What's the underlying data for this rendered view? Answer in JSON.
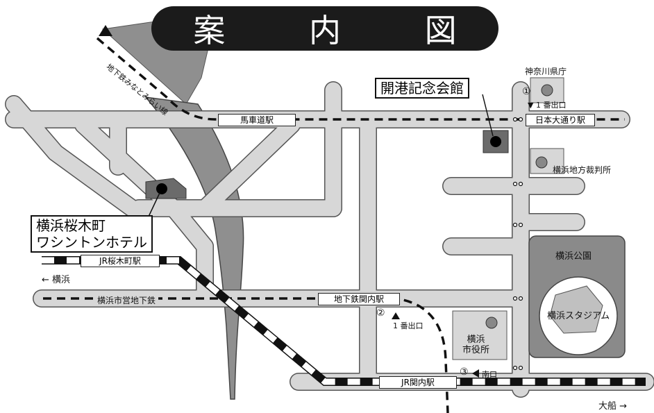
{
  "title": {
    "chars": [
      "案",
      "内",
      "図"
    ]
  },
  "landmarks": {
    "hotel": {
      "line1": "横浜桜木町",
      "line2": "ワシントンホテル"
    },
    "kaikou": "開港記念会館",
    "kenchou": "神奈川県庁",
    "court": "横浜地方裁判所",
    "park": "横浜公園",
    "stadium": "横浜スタジアム",
    "cityhall": {
      "line1": "横浜",
      "line2": "市役所"
    }
  },
  "stations": {
    "bashamichi": "馬車道駅",
    "nihonodori": "日本大通り駅",
    "sakuragicho": "JR桜木町駅",
    "kannai_subway": "地下鉄関内駅",
    "jr_kannai": "JR関内駅"
  },
  "lines": {
    "minatomirai": "地下鉄みなとみらい線",
    "municipal": "横浜市営地下鉄"
  },
  "exits": {
    "exit1": {
      "num": "①",
      "label": "▼ 1 番出口"
    },
    "exit2": {
      "num": "②",
      "label": "1 番出口"
    },
    "exit3": {
      "num": "③",
      "label": "南口"
    }
  },
  "directions": {
    "yokohama": "← 横浜",
    "ofuna": "大船 →"
  },
  "colors": {
    "road": "#d7d7d7",
    "river": "#8f8f8f",
    "park": "#8a8a8a",
    "building": "#6b6b6b",
    "title_bg": "#1b1b1b"
  }
}
